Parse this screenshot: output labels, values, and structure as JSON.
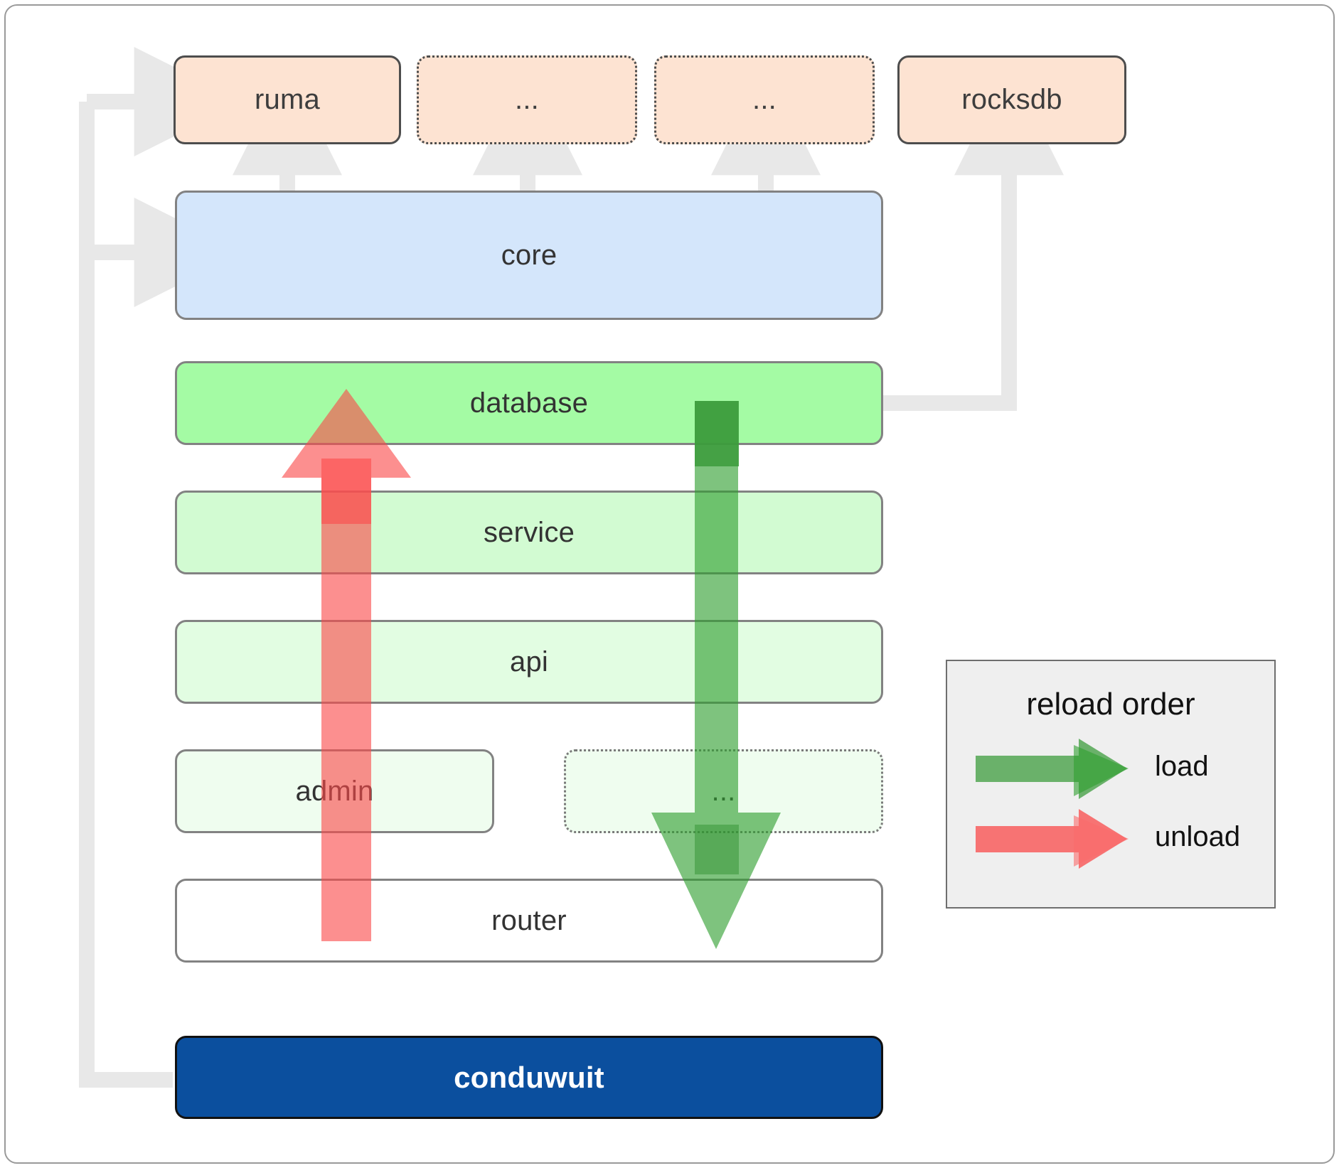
{
  "diagram": {
    "title": "conduwuit module architecture / reload order",
    "type": "layered-architecture-diagram"
  },
  "dependencies": [
    {
      "id": "ruma",
      "label": "ruma",
      "style": "solid",
      "fill": "#fde3d2"
    },
    {
      "id": "dep2",
      "label": "...",
      "style": "dotted",
      "fill": "#fde3d2"
    },
    {
      "id": "dep3",
      "label": "...",
      "style": "dotted",
      "fill": "#fde3d2"
    },
    {
      "id": "rocksdb",
      "label": "rocksdb",
      "style": "solid",
      "fill": "#fde3d2"
    }
  ],
  "core": {
    "label": "core",
    "fill": "#d4e6fb"
  },
  "layers": [
    {
      "id": "database",
      "label": "database",
      "fill": "#a4fba4",
      "style": "solid"
    },
    {
      "id": "service",
      "label": "service",
      "fill": "#d2fbd2",
      "style": "solid"
    },
    {
      "id": "api",
      "label": "api",
      "fill": "#e2fde2",
      "style": "solid"
    },
    {
      "id": "admin",
      "label": "admin",
      "fill": "#effdef",
      "style": "solid"
    },
    {
      "id": "extra",
      "label": "...",
      "fill": "#effdef",
      "style": "dotted"
    },
    {
      "id": "router",
      "label": "router",
      "fill": "#ffffff",
      "style": "solid"
    }
  ],
  "root": {
    "label": "conduwuit",
    "fill": "#0b4f9e",
    "text_color": "#ffffff"
  },
  "legend": {
    "title": "reload order",
    "items": [
      {
        "label": "load",
        "color": "#5cb85c",
        "direction": "down"
      },
      {
        "label": "unload",
        "color": "#fa8383",
        "direction": "up"
      }
    ]
  },
  "arrows": {
    "load_color": "#5cb85c",
    "unload_color": "#fa8383",
    "dependency_color": "#e8e8e8"
  },
  "colors": {
    "frame_border": "#9a9a9a",
    "node_border": "#828282",
    "dep_border": "#4d4d4d",
    "legend_bg": "#efefef",
    "legend_border": "#6e6e6e"
  }
}
